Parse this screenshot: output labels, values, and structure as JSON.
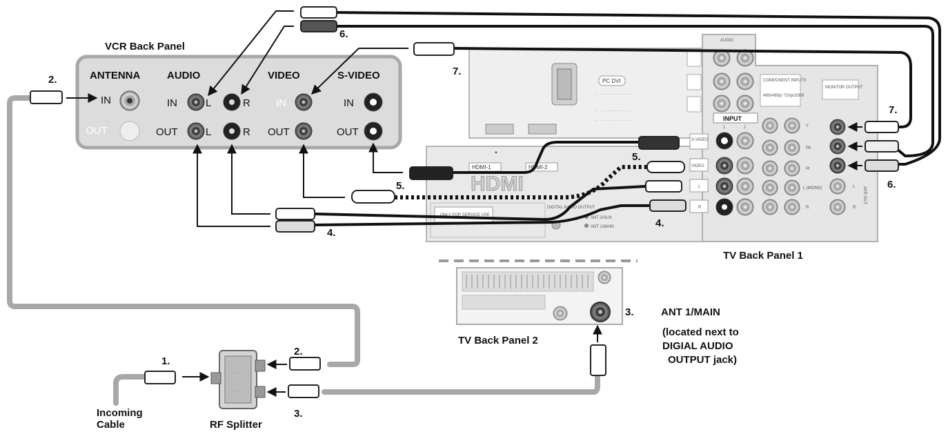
{
  "vcr": {
    "title": "VCR Back Panel",
    "antenna": "ANTENNA",
    "audio": "AUDIO",
    "video": "VIDEO",
    "svideo": "S-VIDEO",
    "in": "IN",
    "out": "OUT",
    "left": "L",
    "right": "R"
  },
  "tv1": {
    "title": "TV Back Panel 1",
    "pc_dvi": "PC DVI",
    "audio": "AUDIO",
    "component_inputs": "COMPONENT INPUTS",
    "component_res": "480i/480p/ 720p/1080i",
    "monitor_output": "MONITOR OUTPUT",
    "input": "INPUT",
    "in1": "1",
    "in2": "2",
    "svideo": "S-VIDEO",
    "video": "VIDEO",
    "audio_l": "L",
    "audio_r": "R",
    "y": "Y",
    "pb": "Pb",
    "pr": "Pr",
    "l_mono": "L (MONO)",
    "avr_out": "AVR OUT",
    "l": "L",
    "r": "R",
    "hdmi1": "HDMI-1",
    "hdmi2": "HDMI-2",
    "hdmi_logo": "HDMI",
    "service": "ONLY FOR SERVICE USE",
    "digital": "DIGITAL AUDIO OUTPUT",
    "ant2": "ANT 2/AUX",
    "ant1": "ANT 1/MAIN"
  },
  "tv2": {
    "title": "TV Back Panel 2"
  },
  "ant_note": {
    "title": "ANT 1/MAIN",
    "line1": "(located next to",
    "line2": "DIGIAL AUDIO",
    "line3": "OUTPUT jack)"
  },
  "splitter": {
    "title": "RF Splitter"
  },
  "incoming": {
    "line1": "Incoming",
    "line2": "Cable"
  },
  "steps": {
    "s1": "1.",
    "s2a": "2.",
    "s2b": "2.",
    "s3a": "3.",
    "s3b": "3.",
    "s4a": "4.",
    "s4b": "4.",
    "s5a": "5.",
    "s5b": "5.",
    "s6a": "6.",
    "s6b": "6.",
    "s7a": "7.",
    "s7b": "7."
  },
  "colors": {
    "panel": "#d9d9d9",
    "panel_stroke": "#9a9a9a",
    "cable_gray": "#a8a8a8",
    "cable_black": "#111111",
    "arrow": "#111111"
  }
}
